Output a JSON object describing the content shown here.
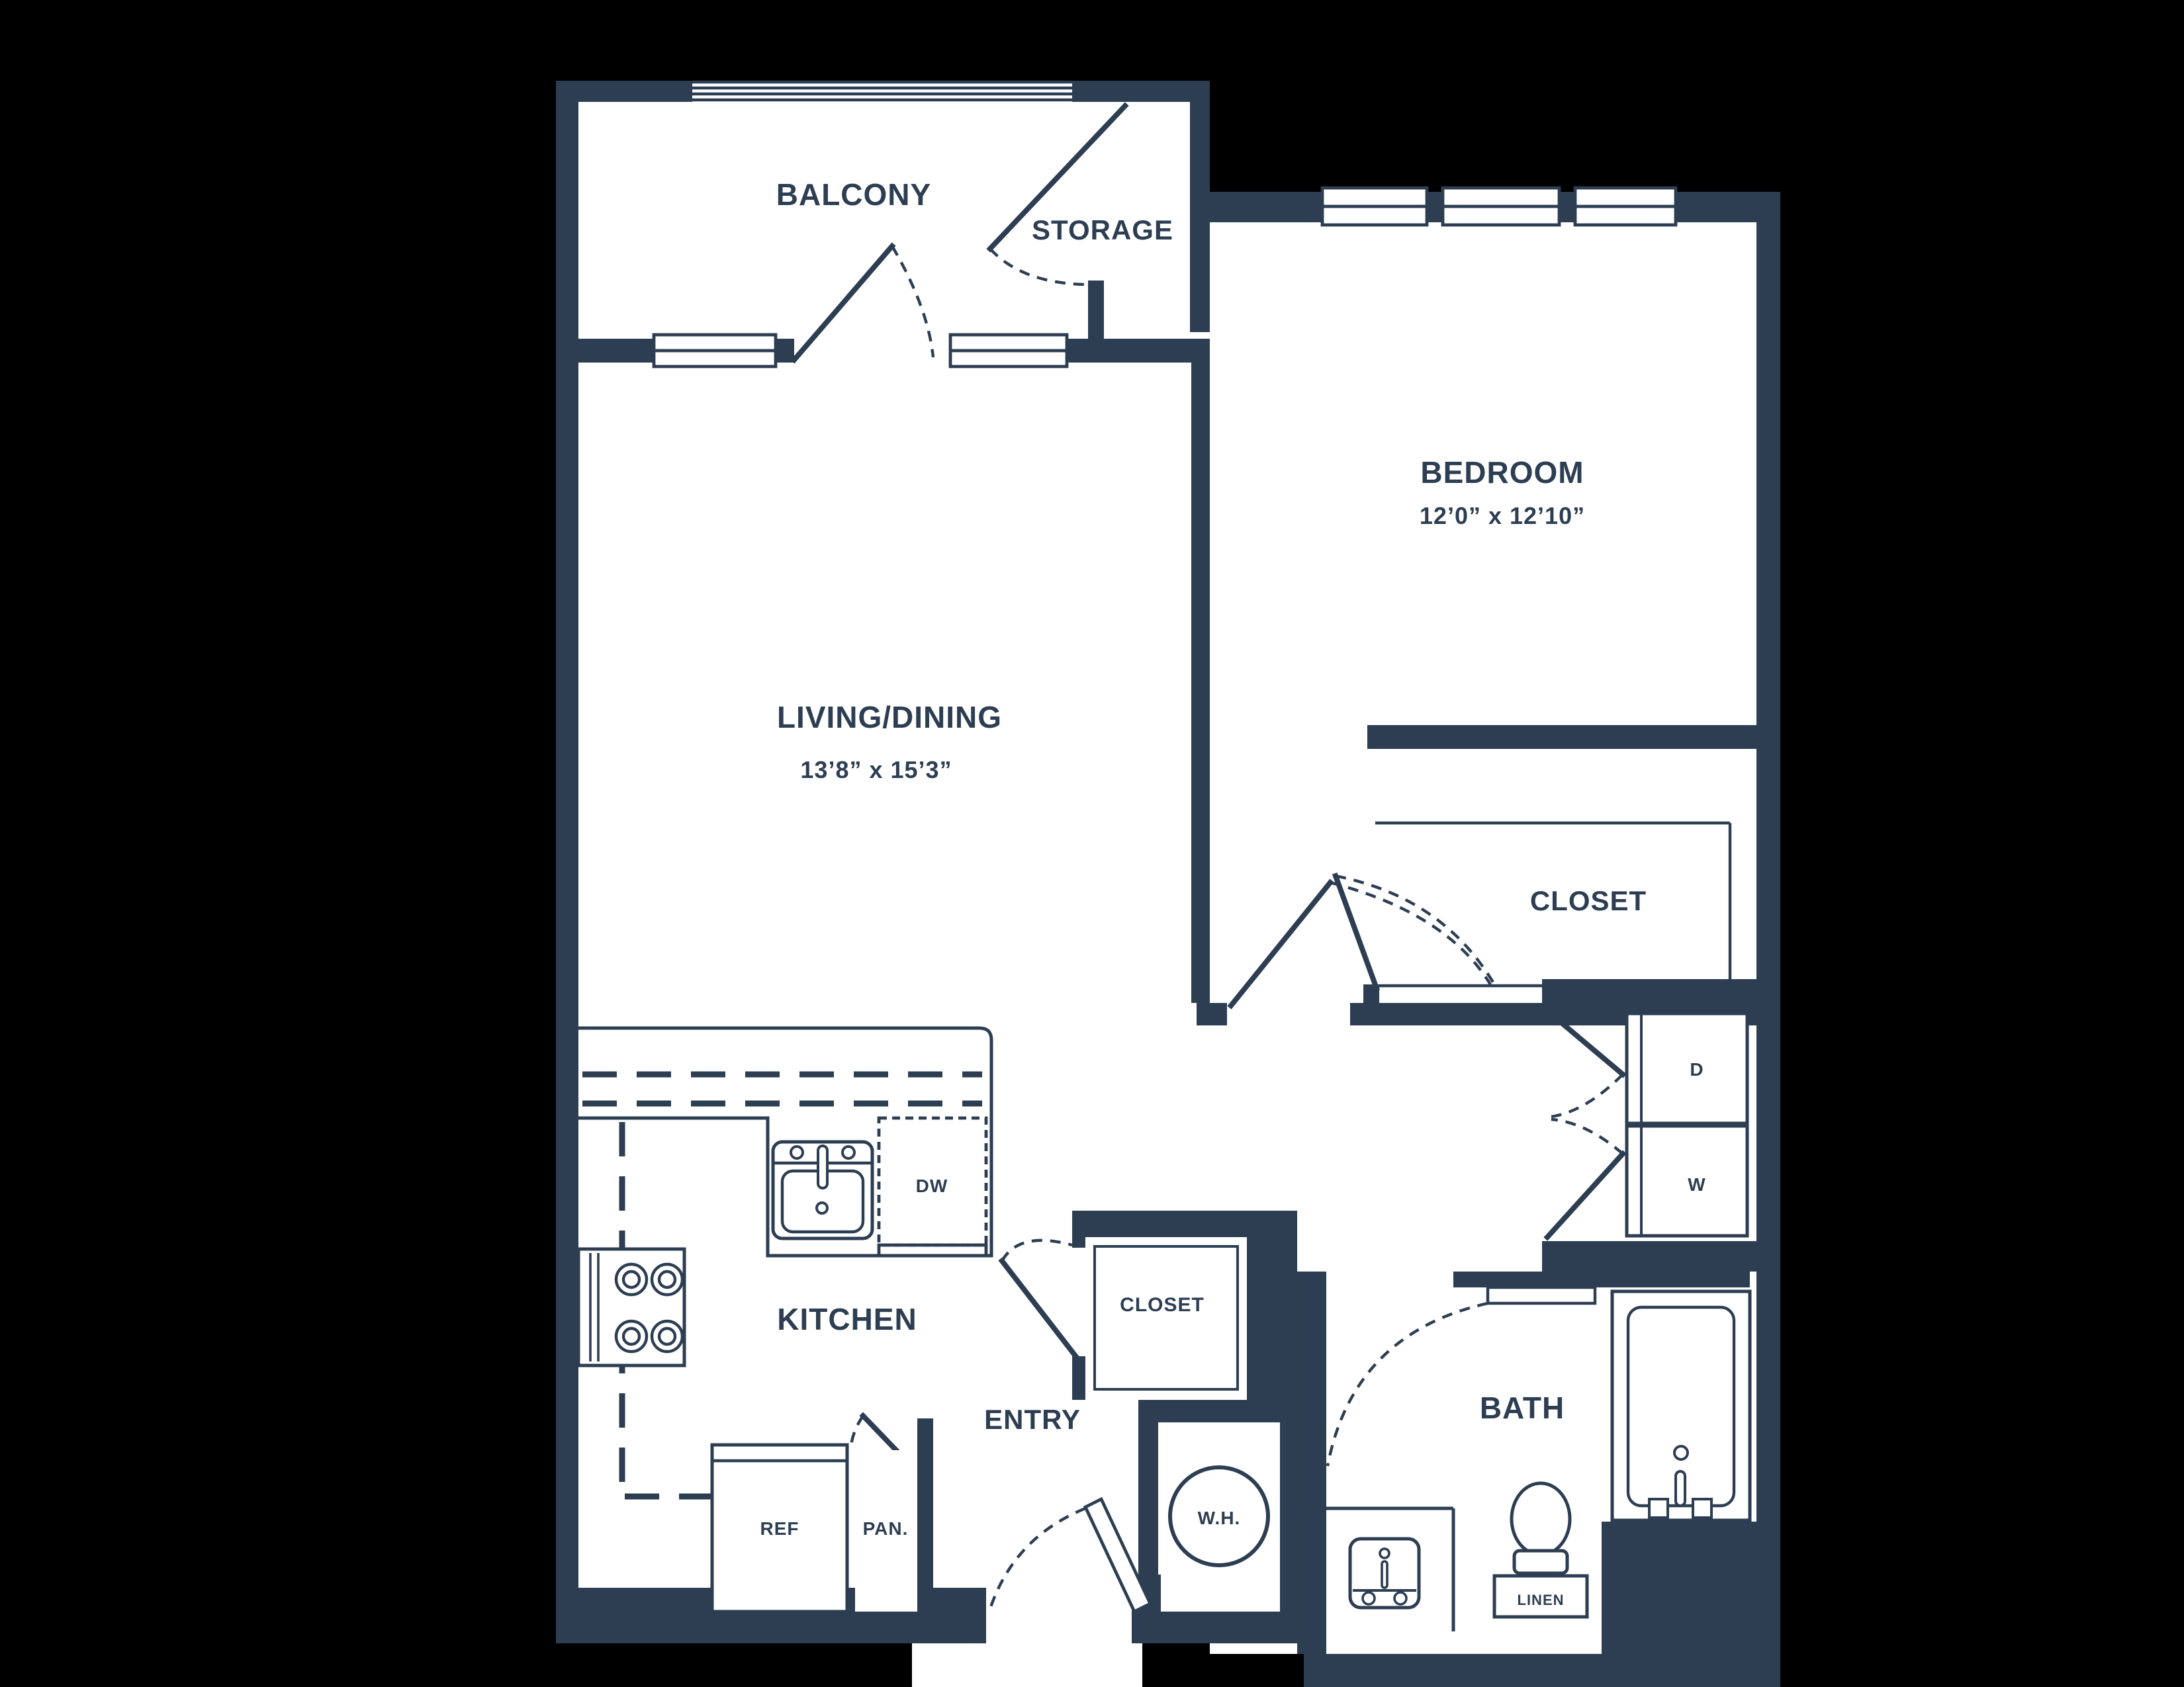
{
  "plan": {
    "type": "apartment-floor-plan",
    "colors": {
      "wall": "#2d3e52",
      "floor": "#ffffff",
      "background": "#000000"
    },
    "rooms": {
      "balcony": {
        "label": "BALCONY"
      },
      "storage": {
        "label": "STORAGE"
      },
      "bedroom": {
        "label": "BEDROOM",
        "dimensions": "12’0” x 12’10”"
      },
      "living_dining": {
        "label": "LIVING/DINING",
        "dimensions": "13’8” x 15’3”"
      },
      "bedroom_closet": {
        "label": "CLOSET"
      },
      "entry_closet": {
        "label": "CLOSET"
      },
      "kitchen": {
        "label": "KITCHEN"
      },
      "entry": {
        "label": "ENTRY"
      },
      "bath": {
        "label": "BATH"
      }
    },
    "fixtures": {
      "dishwasher": "DW",
      "refrigerator": "REF",
      "pantry": "PAN.",
      "water_heater": "W.H.",
      "dryer": "D",
      "washer": "W",
      "linen": "LINEN"
    }
  }
}
